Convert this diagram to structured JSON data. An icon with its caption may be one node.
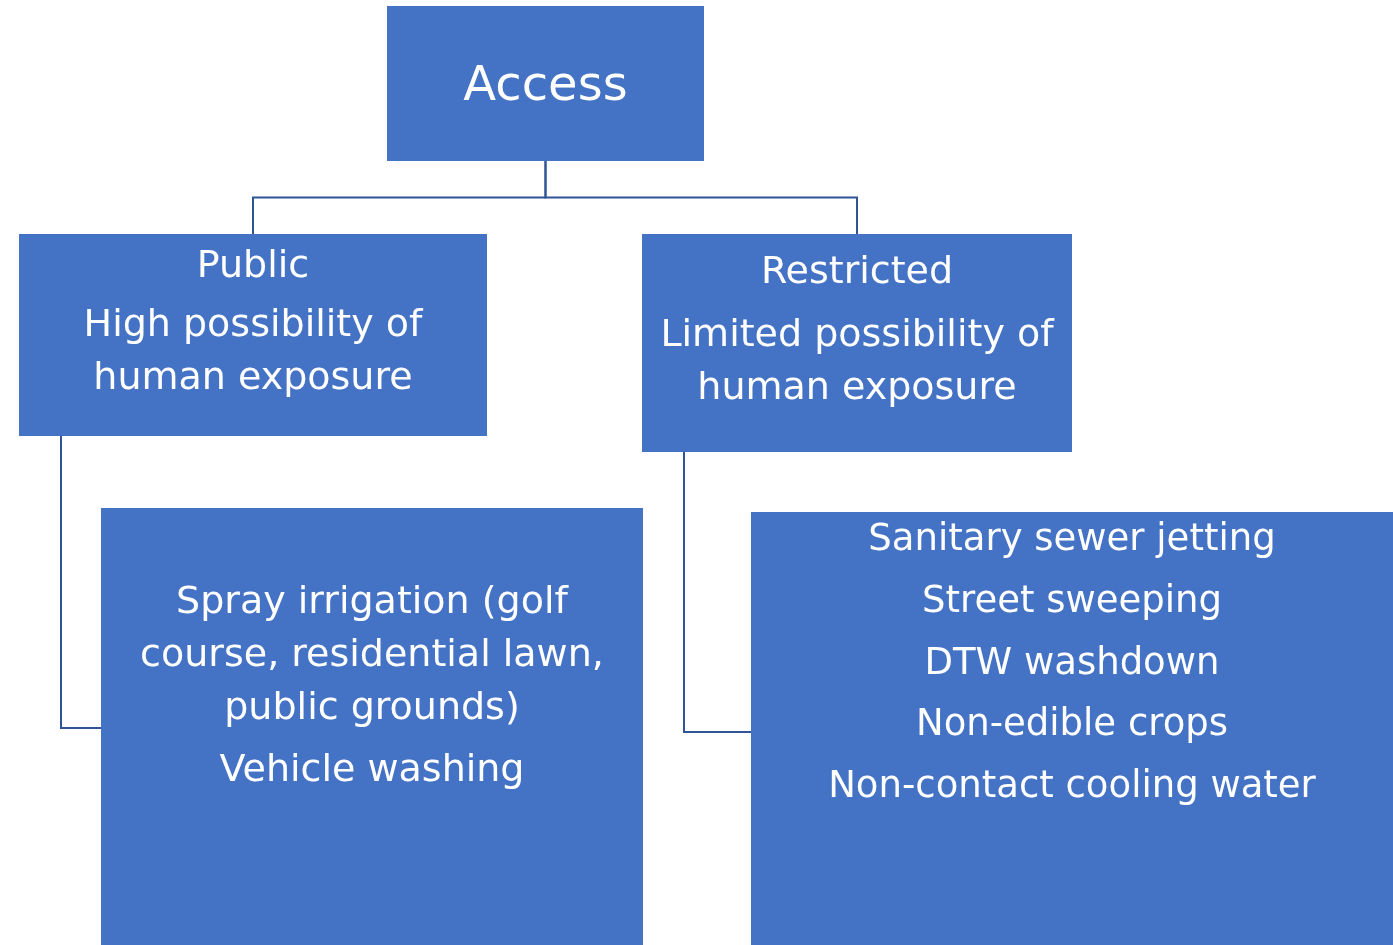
{
  "diagram": {
    "nodes": [
      {
        "text": [
          "Access"
        ]
      },
      {
        "text": [
          "Public",
          "High possibility of human exposure"
        ]
      },
      {
        "text": [
          "Restricted",
          "Limited possibility of human exposure"
        ]
      },
      {
        "text": [
          "Spray irrigation (golf course, residential lawn, public grounds)",
          "Vehicle washing"
        ]
      },
      {
        "text": [
          "Sanitary sewer jetting",
          "Street sweeping",
          "DTW washdown",
          "Non-edible crops",
          "Non-contact cooling water"
        ]
      }
    ],
    "edges": [
      {
        "from": 0,
        "to": 1,
        "arrow": "none"
      },
      {
        "from": 0,
        "to": 2,
        "arrow": "none"
      },
      {
        "from": 1,
        "to": 3,
        "arrow": "none"
      },
      {
        "from": 2,
        "to": 4,
        "arrow": "none"
      }
    ]
  }
}
